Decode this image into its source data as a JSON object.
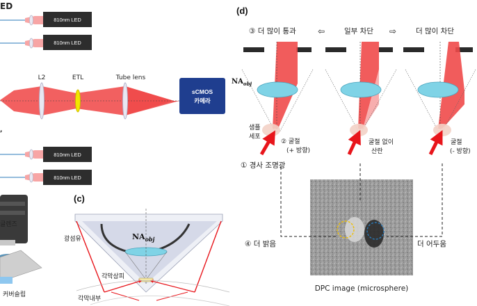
{
  "panel_a_top": {
    "label_fragment": "ED",
    "led_1": "810nm LED",
    "led_2": "810nm LED"
  },
  "optics_row": {
    "l2": "L2",
    "etl": "ETL",
    "tube_lens": "Tube lens",
    "camera_line1": "sCMOS",
    "camera_line2": "카메라"
  },
  "panel_b_bottom": {
    "led_1": "810nm LED",
    "led_2": "810nm LED"
  },
  "panel_c": {
    "label": "(c)",
    "na_main": "NA",
    "na_sub": "obj",
    "fiber": "광섬유",
    "epithelium": "각막상피",
    "inner_cornea": "각막내부"
  },
  "left_partial": {
    "lens_fragment": "글렌즈",
    "coverslip": "커버슬립"
  },
  "panel_d": {
    "label": "(d)",
    "pass_more": "③ 더 많이 통과",
    "partial_block": "일부 차단",
    "block_more": "더 많이 차단",
    "na_main": "NA",
    "na_sub": "obj",
    "sample_line1": "샘플",
    "sample_line2": "세포",
    "refract_plus_line1": "② 굴절",
    "refract_plus_line2": "(+ 방향)",
    "no_refract_line1": "굴절 없이",
    "no_refract_line2": "산란",
    "refract_minus_line1": "굴절",
    "refract_minus_line2": "(- 방향)",
    "oblique": "① 경사 조명광",
    "brighter": "④ 더 밝음",
    "darker": "더 어두움",
    "caption": "DPC image (microsphere)"
  },
  "colors": {
    "beam": "#f04a4a",
    "beam_light": "#f7a5a5",
    "led_box": "#2d2d2d",
    "camera": "#1f3e8f",
    "lens": "#7fd3e6",
    "etl": "#f2e600",
    "arrow": "#e8151b",
    "sample": "#f3d2c7"
  }
}
